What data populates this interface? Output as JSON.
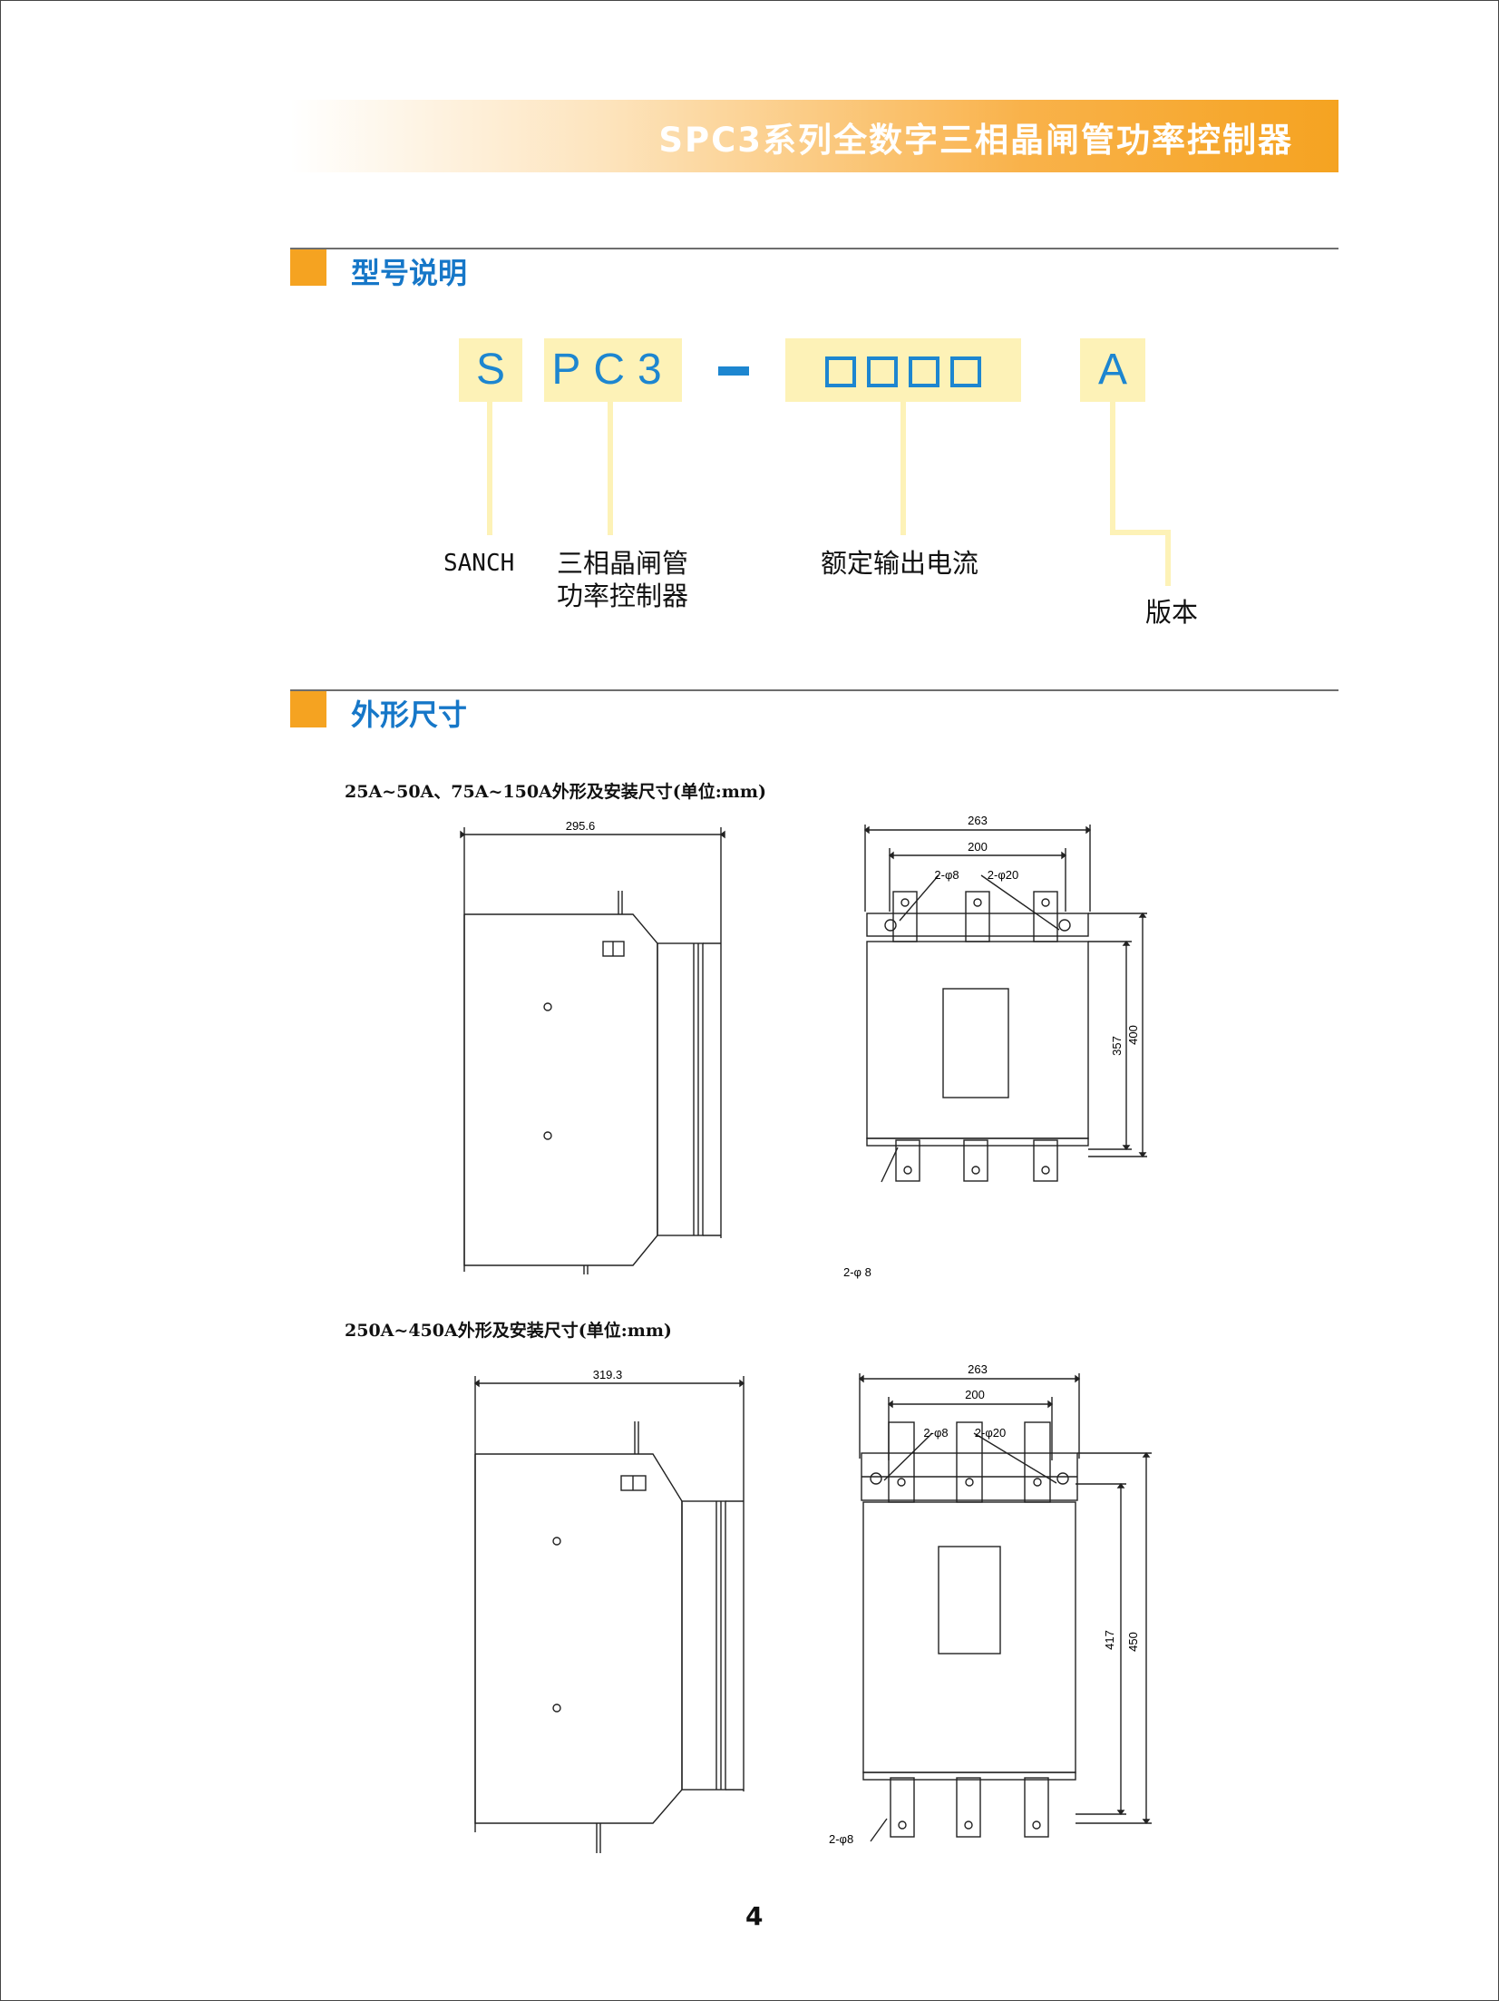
{
  "header": {
    "title": "SPC3系列全数字三相晶闸管功率控制器"
  },
  "section_model": {
    "title": "型号说明",
    "code_parts": [
      "S",
      "PC3",
      "A"
    ],
    "placeholder_squares": 4,
    "labels": {
      "brand": "SANCH",
      "type_line1": "三相晶闸管",
      "type_line2": "功率控制器",
      "current": "额定输出电流",
      "version": "版本"
    }
  },
  "section_dims": {
    "title": "外形尺寸",
    "drawing1": {
      "caption": "25A~50A、75A~150A外形及安装尺寸(单位:mm)",
      "side_width": "295.6",
      "front_outer_width": "263",
      "front_inner_width": "200",
      "hole_small": "2-φ8",
      "hole_large": "2-φ20",
      "height_inner": "357",
      "height_outer": "400",
      "hole_bottom": "2-φ 8"
    },
    "drawing2": {
      "caption": "250A~450A外形及安装尺寸(单位:mm)",
      "side_width": "319.3",
      "front_outer_width": "263",
      "front_inner_width": "200",
      "hole_small": "2-φ8",
      "hole_large": "2-φ20",
      "height_inner": "417",
      "height_outer": "450",
      "hole_bottom": "2-φ8"
    }
  },
  "footer": {
    "page_number": "4"
  },
  "colors": {
    "accent_orange": "#f5a321",
    "accent_blue": "#1d86d0",
    "highlight_yellow": "#fdf2b7"
  }
}
